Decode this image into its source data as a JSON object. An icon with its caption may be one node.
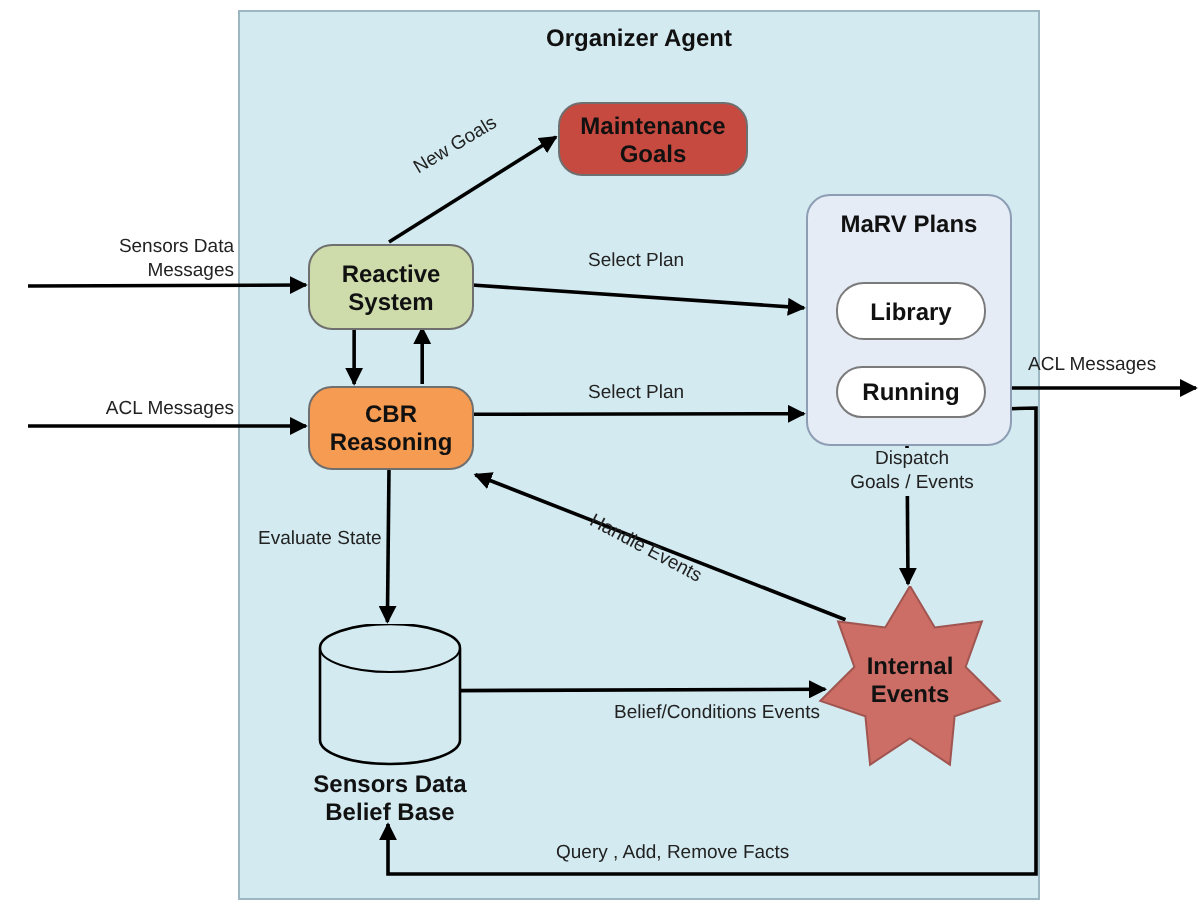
{
  "diagram": {
    "nodes": [
      {
        "text": [
          "Organizer Agent"
        ]
      },
      {
        "text": [
          "Maintenance Goals"
        ],
        "in": 0
      },
      {
        "text": [
          "Reactive System"
        ],
        "in": 0
      },
      {
        "text": [
          "MaRV Plans"
        ],
        "in": 0
      },
      {
        "text": [
          "Library"
        ],
        "in": 3
      },
      {
        "text": [
          "Running"
        ],
        "in": 3
      },
      {
        "text": [
          "CBR Reasoning"
        ],
        "in": 0
      },
      {
        "text": [
          "Sensors Data Belief Base"
        ],
        "in": 0
      },
      {
        "text": [
          "Internal Events"
        ],
        "in": 0
      }
    ],
    "edges": [
      {
        "from": null,
        "to": 2,
        "arrow": "to",
        "label": "Sensors Data Messages"
      },
      {
        "from": null,
        "to": 6,
        "arrow": "to",
        "label": "ACL Messages"
      },
      {
        "from": 2,
        "to": 1,
        "arrow": "to",
        "label": "New Goals"
      },
      {
        "from": 2,
        "to": 3,
        "arrow": "to",
        "label": "Select Plan"
      },
      {
        "from": 2,
        "to": 6,
        "arrow": "to"
      },
      {
        "from": 6,
        "to": 2,
        "arrow": "to"
      },
      {
        "from": 6,
        "to": 3,
        "arrow": "to",
        "label": "Select Plan"
      },
      {
        "from": 8,
        "to": 6,
        "arrow": "to",
        "label": "Handle Events"
      },
      {
        "from": 3,
        "to": 8,
        "arrow": "to",
        "label": "Dispatch Goals / Events"
      },
      {
        "from": 5,
        "to": null,
        "arrow": "to",
        "label": "ACL Messages"
      },
      {
        "from": 7,
        "to": 8,
        "arrow": "to",
        "label": "Belief/Conditions Events"
      },
      {
        "from": 3,
        "to": 7,
        "arrow": "to",
        "label": "Query , Add, Remove Facts"
      },
      {
        "from": 6,
        "to": 7,
        "arrow": "to",
        "label": "Evaluate State"
      }
    ]
  }
}
